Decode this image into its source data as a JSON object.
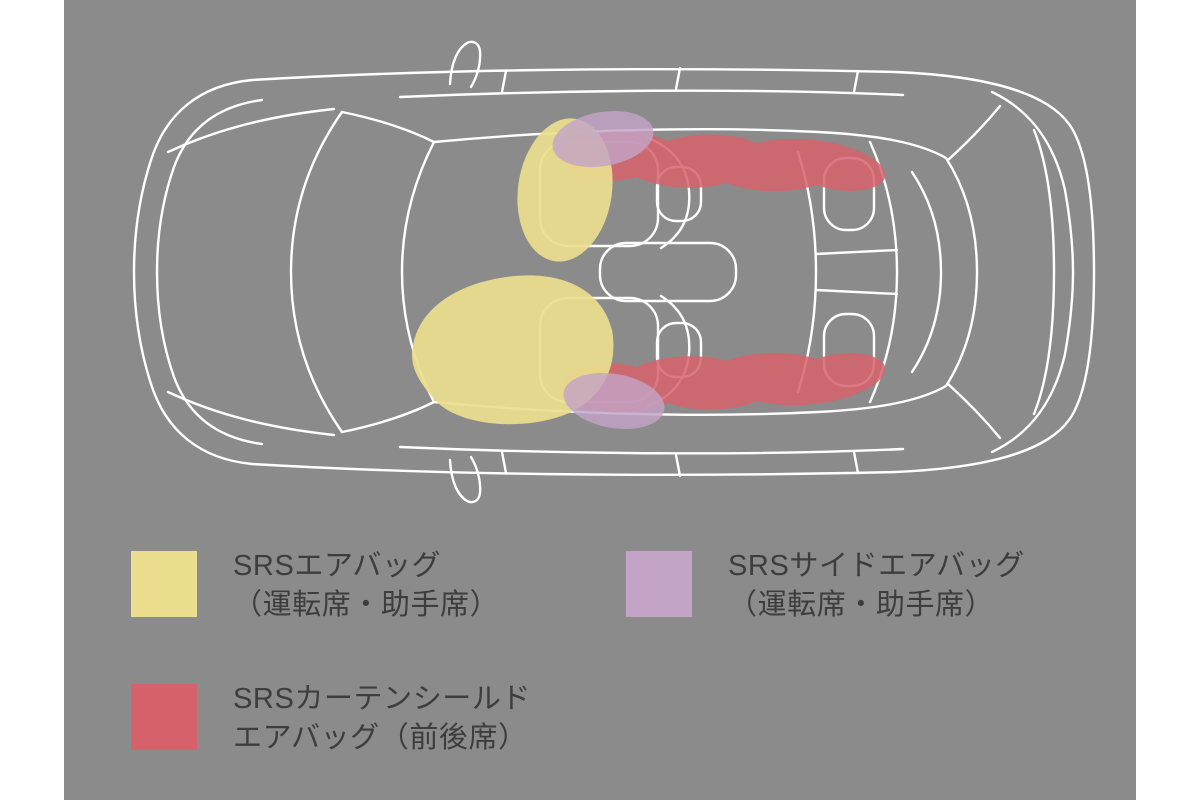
{
  "page": {
    "background": "#ffffff",
    "panel_background": "#8b8b8b",
    "text_color": "#3d3d3d"
  },
  "diagram": {
    "name": "car-top-view-airbag-locations",
    "line_color": "#ffffff",
    "airbags": {
      "front": {
        "color": "#ebdd8e"
      },
      "side": {
        "color": "#c3a4c6"
      },
      "curtain": {
        "color": "#d7616b"
      }
    }
  },
  "legend": {
    "items": [
      {
        "id": "front-airbag",
        "color": "#ebdd8e",
        "lines": [
          "SRSエアバッグ",
          "（運転席・助手席）"
        ]
      },
      {
        "id": "side-airbag",
        "color": "#c3a4c6",
        "lines": [
          "SRSサイドエアバッグ",
          "（運転席・助手席）"
        ]
      },
      {
        "id": "curtain-airbag",
        "color": "#d7616b",
        "lines": [
          "SRSカーテンシールド",
          "エアバッグ（前後席）"
        ]
      }
    ]
  }
}
